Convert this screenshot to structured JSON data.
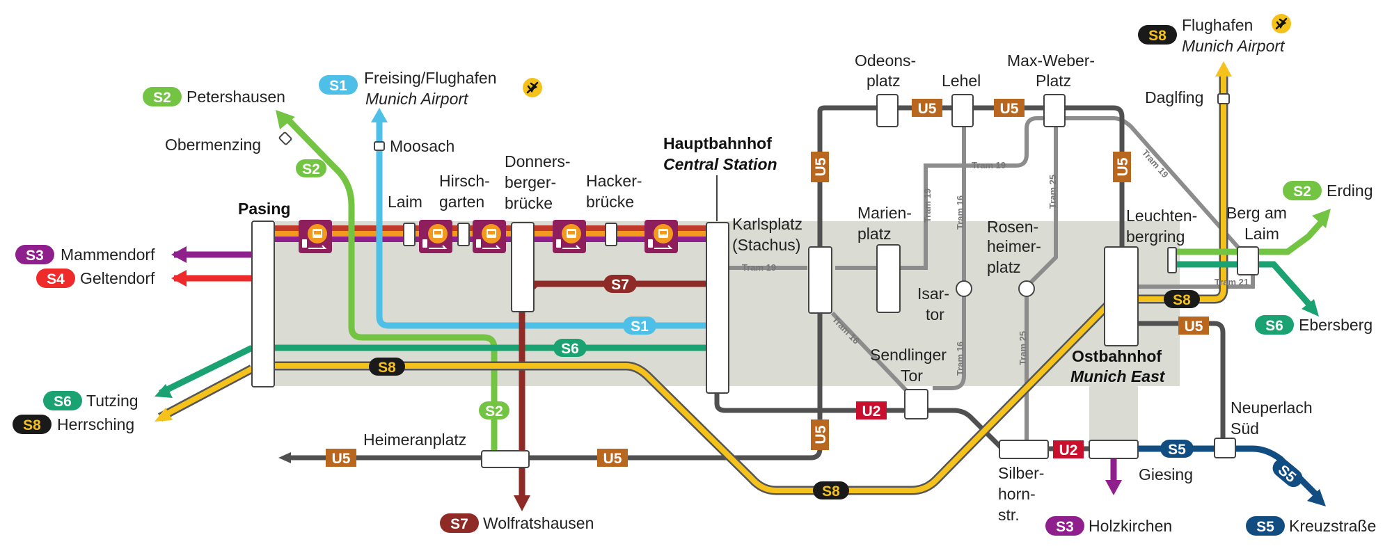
{
  "colors": {
    "S1": "#4ec0e8",
    "S2": "#73c442",
    "S3": "#8e1f8c",
    "S4": "#ee2a2a",
    "S5": "#124d82",
    "S6": "#1ba272",
    "S7": "#8e2b27",
    "S8": "#1a1a1a",
    "S8_line": "#f5c21b",
    "U5": "#b9671e",
    "U2": "#c8102e",
    "tram": "#888888",
    "ubahn_line": "#505050",
    "zone": "#dadbd2",
    "bus": "#8e1f5c",
    "airport": "#f5c21b"
  },
  "icons": {
    "airport": "airplane-icon",
    "bus": "bus-replacement-icon",
    "arrow": "arrow-head-icon"
  },
  "termini": {
    "petershausen": {
      "line": "S2",
      "name": "Petershausen"
    },
    "freising": {
      "line": "S1",
      "name": "Freising/Flughafen",
      "name2": "Munich Airport"
    },
    "flughafen": {
      "line": "S8",
      "name": "Flughafen",
      "name2": "Munich Airport"
    },
    "erding": {
      "line": "S2",
      "name": "Erding"
    },
    "ebersberg": {
      "line": "S6",
      "name": "Ebersberg"
    },
    "mammendorf": {
      "line": "S3",
      "name": "Mammendorf"
    },
    "geltendorf": {
      "line": "S4",
      "name": "Geltendorf"
    },
    "tutzing": {
      "line": "S6",
      "name": "Tutzing"
    },
    "herrsching": {
      "line": "S8",
      "name": "Herrsching"
    },
    "wolfratshausen": {
      "line": "S7",
      "name": "Wolfratshausen"
    },
    "holzkirchen": {
      "line": "S3",
      "name": "Holzkirchen"
    },
    "kreuzstrasse": {
      "line": "S5",
      "name": "Kreuzstraße"
    }
  },
  "stations": {
    "pasing": "Pasing",
    "obermenzing": "Obermenzing",
    "moosach": "Moosach",
    "laim": "Laim",
    "hirschgarten": [
      "Hirsch-",
      "garten"
    ],
    "donnersberger": [
      "Donners-",
      "berger-",
      "brücke"
    ],
    "hacker": [
      "Hacker-",
      "brücke"
    ],
    "hbf": "Hauptbahnhof",
    "hbf_en": "Central Station",
    "karlsplatz": [
      "Karlsplatz",
      "(Stachus)"
    ],
    "odeonsplatz": [
      "Odeons-",
      "platz"
    ],
    "lehel": "Lehel",
    "maxweber": [
      "Max-Weber-",
      "Platz"
    ],
    "marienplatz": [
      "Marien-",
      "platz"
    ],
    "isartor": [
      "Isar-",
      "tor"
    ],
    "rosenheimer": [
      "Rosen-",
      "heimer-",
      "platz"
    ],
    "sendlinger": [
      "Sendlinger",
      "Tor"
    ],
    "ostbahnhof": "Ostbahnhof",
    "ostbahnhof_en": "Munich East",
    "leuchtenbergring": [
      "Leuchten-",
      "bergring"
    ],
    "bergamlaim": [
      "Berg am",
      "Laim"
    ],
    "daglfing": "Daglfing",
    "neuperlach": [
      "Neuperlach",
      "Süd"
    ],
    "giesing": "Giesing",
    "silberhorn": [
      "Silber-",
      "horn-",
      "str."
    ],
    "heimeranplatz": "Heimeranplatz"
  },
  "badges": {
    "S1": "S1",
    "S2": "S2",
    "S5": "S5",
    "S6": "S6",
    "S7": "S7",
    "S8": "S8",
    "U2": "U2",
    "U5": "U5"
  },
  "trams": {
    "t16": "Tram 16",
    "t19": "Tram 19",
    "t21": "Tram 21",
    "t25": "Tram 25"
  }
}
